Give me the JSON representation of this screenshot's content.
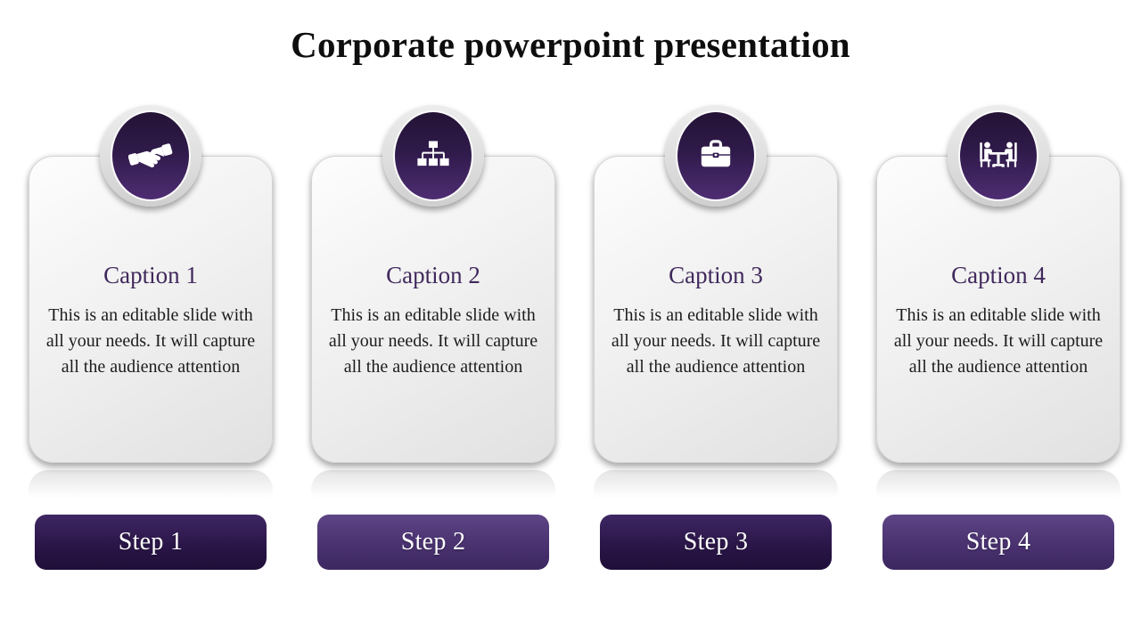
{
  "title": "Corporate powerpoint presentation",
  "cards": [
    {
      "icon": "handshake-icon",
      "caption": "Caption 1",
      "body": "This is an editable slide with all your needs. It will capture all the audience attention",
      "step_label": "Step 1",
      "button_style": "dark"
    },
    {
      "icon": "org-chart-icon",
      "caption": "Caption 2",
      "body": "This is an editable slide with all your needs. It will capture all the audience attention",
      "step_label": "Step 2",
      "button_style": "light"
    },
    {
      "icon": "briefcase-icon",
      "caption": "Caption 3",
      "body": "This is an editable slide with all your needs. It will capture all the audience attention",
      "step_label": "Step 3",
      "button_style": "dark"
    },
    {
      "icon": "meeting-icon",
      "caption": "Caption 4",
      "body": "This is an editable slide with all your needs. It will capture all the audience attention",
      "step_label": "Step 4",
      "button_style": "light"
    }
  ],
  "colors": {
    "badge_purple_top": "#241335",
    "badge_purple_bottom": "#4e2d72",
    "caption_purple": "#40295c",
    "body_text": "#1c1c1c",
    "card_bg_light": "#fdfdfd",
    "card_bg_dark": "#e1e1e1",
    "button_dark_top": "#3e2763",
    "button_dark_bottom": "#1f0e38",
    "button_light_top": "#5d4586",
    "button_light_bottom": "#3c2760",
    "title_text_color": "#0e0e0e"
  }
}
